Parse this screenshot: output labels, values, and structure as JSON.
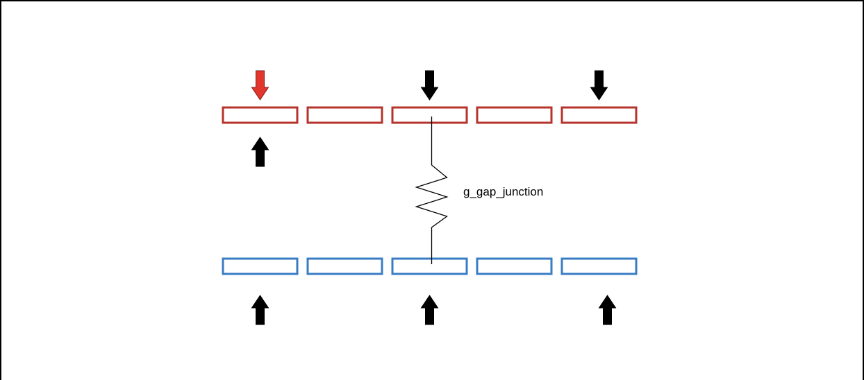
{
  "diagram": {
    "junction_label": "g_gap_junction",
    "colors": {
      "top_row": "#b5332b",
      "bottom_row": "#3a7cc4",
      "stimulus_arrow": "#e0362c",
      "arrow": "#000000",
      "resistor": "#000000"
    },
    "top_row": {
      "segment_count": 5
    },
    "bottom_row": {
      "segment_count": 5
    },
    "arrows": [
      {
        "name": "stimulus-arrow",
        "row": "top",
        "segment": 1,
        "side": "above",
        "direction": "down",
        "color": "stimulus"
      },
      {
        "name": "input-arrow-top-3",
        "row": "top",
        "segment": 3,
        "side": "above",
        "direction": "down",
        "color": "default"
      },
      {
        "name": "input-arrow-top-5",
        "row": "top",
        "segment": 5,
        "side": "above",
        "direction": "down",
        "color": "default"
      },
      {
        "name": "output-arrow-top-1",
        "row": "top",
        "segment": 1,
        "side": "below",
        "direction": "up",
        "color": "default"
      },
      {
        "name": "output-arrow-bottom-1",
        "row": "bottom",
        "segment": 1,
        "side": "below",
        "direction": "up",
        "color": "default"
      },
      {
        "name": "output-arrow-bottom-3",
        "row": "bottom",
        "segment": 3,
        "side": "below",
        "direction": "up",
        "color": "default"
      },
      {
        "name": "output-arrow-bottom-5",
        "row": "bottom",
        "segment": 5,
        "side": "below",
        "direction": "up",
        "color": "default"
      }
    ],
    "junction": {
      "connects_segment": 3
    }
  }
}
